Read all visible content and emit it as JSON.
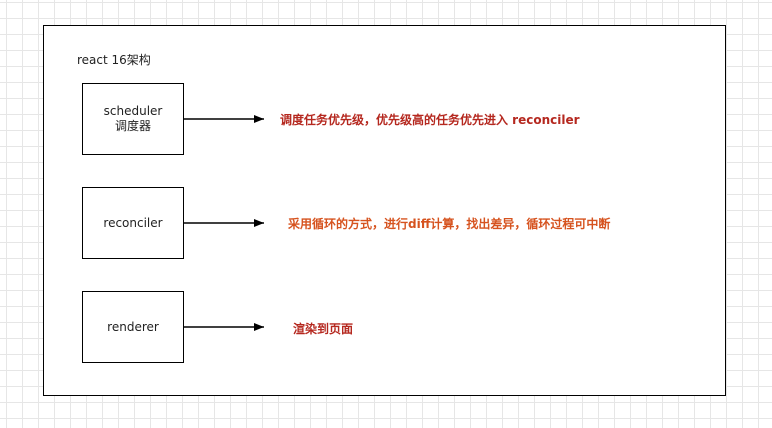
{
  "diagram": {
    "title": "react 16架构",
    "nodes": [
      {
        "id": "scheduler",
        "lines": [
          "scheduler",
          "调度器"
        ],
        "description": "调度任务优先级，优先级高的任务优先进入 reconciler"
      },
      {
        "id": "reconciler",
        "lines": [
          "reconciler"
        ],
        "description": "采用循环的方式，进行diff计算，找出差异，循环过程可中断"
      },
      {
        "id": "renderer",
        "lines": [
          "renderer"
        ],
        "description": "渲染到页面"
      }
    ],
    "colors": {
      "frame_border": "#000000",
      "connector": "#000000",
      "description_dark_red": "#b5281f",
      "description_orange": "#d6531f",
      "grid_lines": "#e6e6e6"
    }
  }
}
